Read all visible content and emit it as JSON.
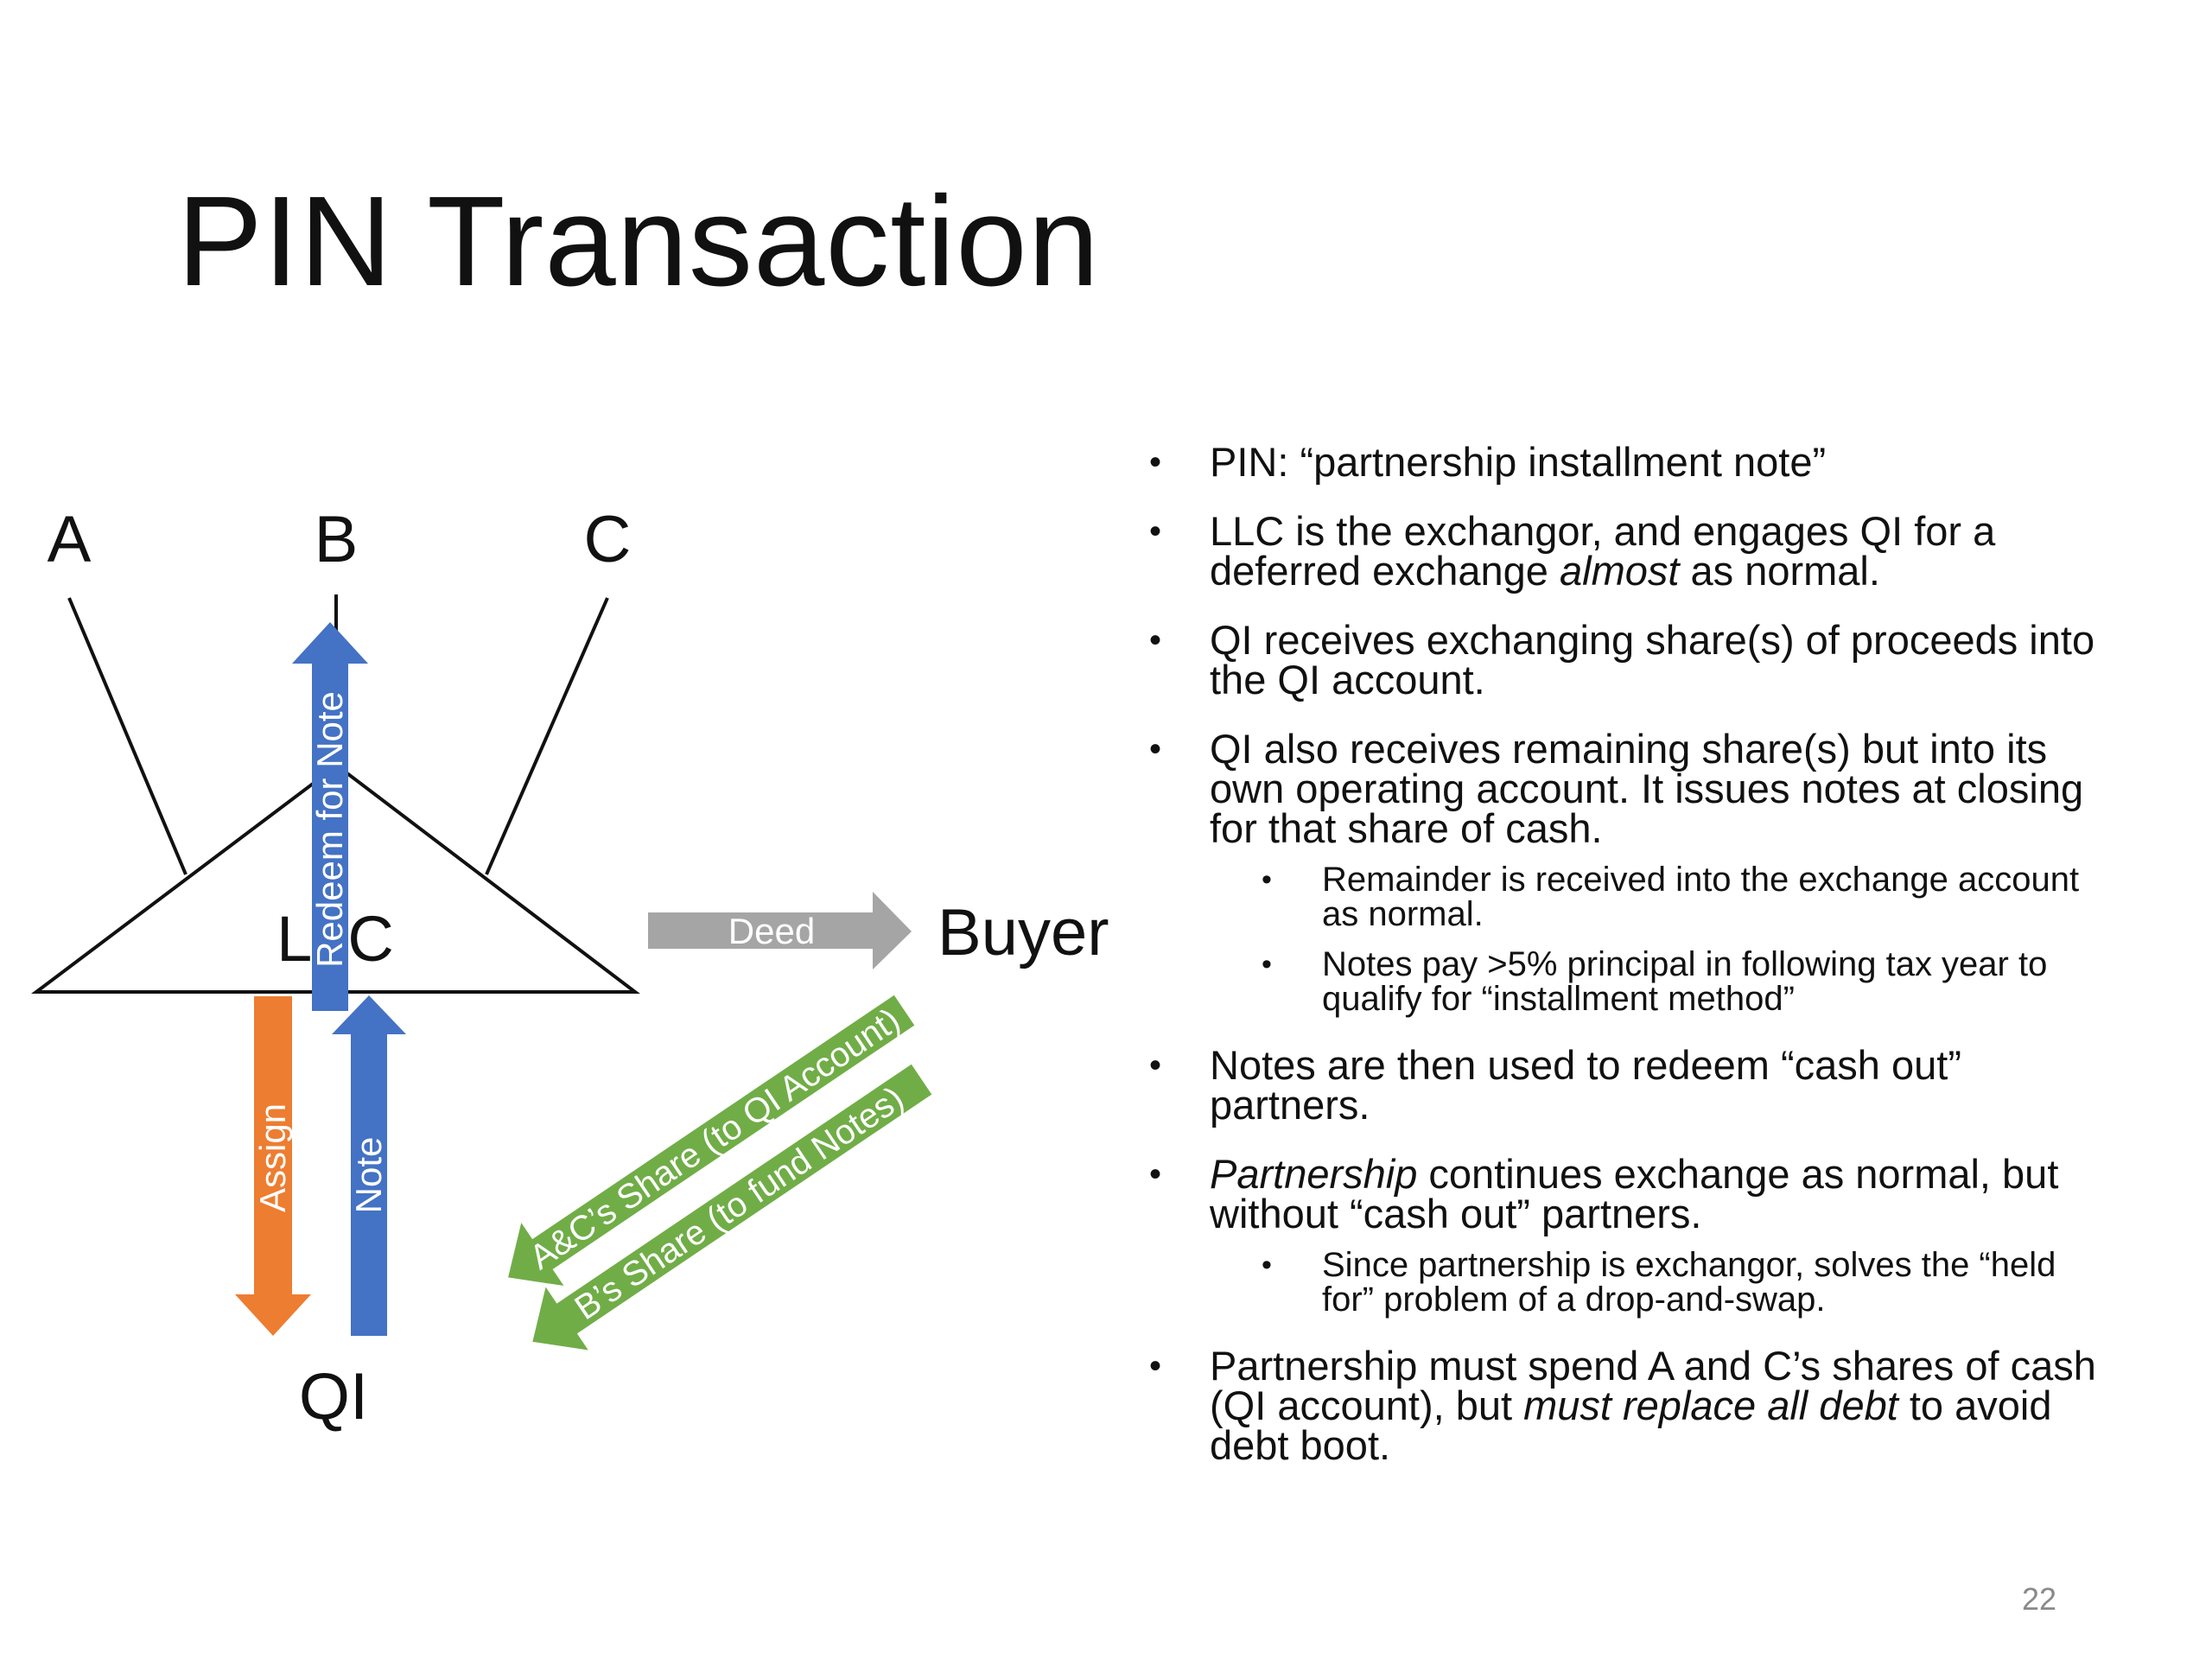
{
  "slide": {
    "title": "PIN Transaction",
    "page_number": "22"
  },
  "diagram": {
    "nodes": {
      "a": "A",
      "b": "B",
      "c": "C",
      "llc": "LLC",
      "buyer": "Buyer",
      "qi": "QI"
    },
    "arrows": {
      "redeem": "Redeem for Note",
      "deed": "Deed",
      "assign": "Assign",
      "note": "Note",
      "ac_share": "A&C’s Share (to QI Account)",
      "b_share": "B’s Share (to fund Notes)"
    },
    "colors": {
      "blue": "#4472C4",
      "orange": "#ED7D31",
      "gray": "#A5A5A5",
      "green": "#70AD47"
    }
  },
  "bullets": {
    "b1": "PIN: “partnership installment note”",
    "b2_pre": "LLC is the exchangor, and engages QI for a deferred exchange ",
    "b2_em": "almost",
    "b2_post": " as normal.",
    "b3": "QI receives exchanging share(s) of proceeds into the QI account.",
    "b4": "QI also receives remaining share(s) but into its own operating account.  It issues notes at closing for that share of cash.",
    "b4_sub1": "Remainder is received into the exchange account as normal.",
    "b4_sub2": "Notes pay >5% principal in following tax year to qualify for “installment method”",
    "b5": "Notes are then used to redeem “cash out” partners.",
    "b6_em": "Partnership",
    "b6_post": " continues exchange as normal, but without “cash out” partners.",
    "b6_sub1": "Since partnership is exchangor, solves the “held for” problem of a drop-and-swap.",
    "b7_pre": "Partnership must spend A and C’s shares of cash (QI account), but ",
    "b7_em": "must replace all debt",
    "b7_post": " to avoid debt boot."
  }
}
